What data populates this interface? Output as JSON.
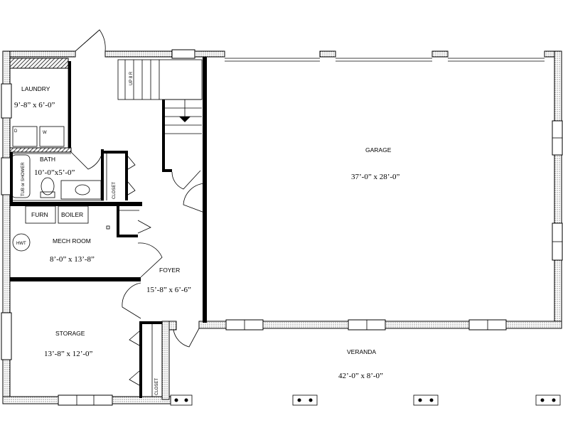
{
  "rooms": {
    "laundry": {
      "name": "LAUNDRY",
      "dims": "9’-8” x 6’-0”"
    },
    "bath": {
      "name": "BATH",
      "dims": "10’-0”x5’-0”"
    },
    "mech": {
      "name": "MECH ROOM",
      "dims": "8’-0” x 13’-8”"
    },
    "storage": {
      "name": "STORAGE",
      "dims": "13’-8” x 12’-0”"
    },
    "foyer": {
      "name": "FOYER",
      "dims": "15’-8” x 6’-6”"
    },
    "garage": {
      "name": "GARAGE",
      "dims": "37’-0” x 28’-0”"
    },
    "veranda": {
      "name": "VERANDA",
      "dims": "42’-0” x 8’-0”"
    }
  },
  "fixtures": {
    "furn": "FURN",
    "boiler": "BOILER",
    "hwt": "HWT",
    "tub": "TUB or SHOWER",
    "closet1": "CLOSET",
    "closet2": "CLOSET",
    "stair": "UP 8 R",
    "dryer": "D",
    "washer": "W"
  }
}
